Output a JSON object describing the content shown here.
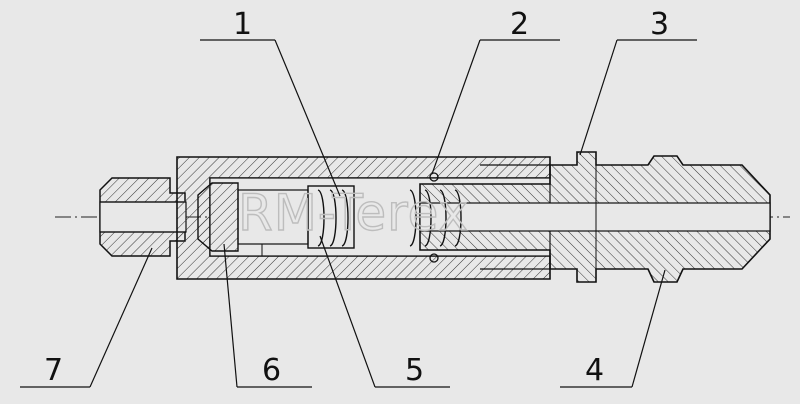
{
  "watermark": "RM-Terex",
  "callouts": [
    {
      "id": "1",
      "label": "1"
    },
    {
      "id": "2",
      "label": "2"
    },
    {
      "id": "3",
      "label": "3"
    },
    {
      "id": "4",
      "label": "4"
    },
    {
      "id": "5",
      "label": "5"
    },
    {
      "id": "6",
      "label": "6"
    },
    {
      "id": "7",
      "label": "7"
    }
  ],
  "colors": {
    "background": "#e8e8e8",
    "line": "#111111",
    "hatch": "#444444",
    "watermark": "#bdbdbd"
  }
}
